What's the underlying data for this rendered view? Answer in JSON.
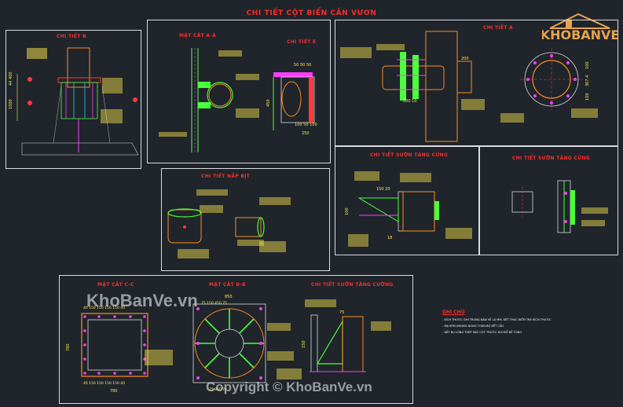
{
  "drawing": {
    "main_title": "CHI TIẾT CỘT BIỂN CẦN VƯƠN"
  },
  "panels": {
    "detail_b": {
      "title": "CHI TIẾT B"
    },
    "section_aa": {
      "title": "MẶT CẮT A-A"
    },
    "detail_e": {
      "title": "CHI TIẾT E"
    },
    "detail_a": {
      "title": "CHI TIẾT A"
    },
    "cap_detail": {
      "title": "CHI TIẾT NẮP BỊT"
    },
    "stiffener_1": {
      "title": "CHI TIẾT SƯỜN TĂNG CỨNG"
    },
    "stiffener_2": {
      "title": "CHI TIẾT SƯỜN TĂNG CỨNG"
    },
    "section_cc": {
      "title": "MẶT CẮT C-C"
    },
    "section_bb": {
      "title": "MẶT CẮT B-B"
    },
    "stiffener_3": {
      "title": "CHI TIẾT SƯỜN TĂNG CƯỜNG"
    }
  },
  "dimensions": {
    "b_left_1": "1000",
    "b_left_2": "44 400",
    "e_top": "50 50 50",
    "e_side": "450",
    "e_bottom_1": "100 50 100",
    "e_bottom_2": "250",
    "a_top": "200",
    "a_bottom_1": "200  10",
    "a_right_1": "100",
    "a_right_2": "367.4",
    "a_right_3": "100",
    "s1_top": "150  20",
    "s1_left": "100",
    "s1_bottom": "18",
    "cc_top": "40  150  150  150  150  40",
    "cc_bottom_1": "40 150  150  150  150  40",
    "cc_bottom_2": "780",
    "cc_left": "780",
    "bb_top_1": "850",
    "bb_top_2": "75  150  450  75",
    "bb_bottom": "75  850  75",
    "st3_top": "75",
    "st3_side": "150"
  },
  "logo": {
    "text": "KHOBANVE"
  },
  "watermarks": {
    "center": "KhoBanVe.vn",
    "footer": "Copyright © KhoBanVe.vn"
  },
  "notes": {
    "title": "GHI CHÚ",
    "items": [
      "- KÍCH THƯỚC GHI TRONG BẢN VẼ LÀ MM, KẾT THÚC KIỂM TRA KÍCH THƯỚC",
      "- MẠ KẼM NHÚNG NÓNG TOÀN BỘ KẾT CẤU",
      "- BẮT BU LÔNG THÉP VÀO CỘT TRƯỚC KHI ĐỔ BÊ TÔNG"
    ]
  },
  "colors": {
    "background": "#1f252b",
    "title_red": "#ff2b2b",
    "frame": "#d9dde2",
    "column_outline": "#ff8a1f",
    "steel_green": "#4cff3c",
    "bolt_magenta": "#ff3cff",
    "dimension_yellow": "#ffe94d",
    "leader_cyan": "#27c8ff",
    "plate_red": "#ff3a3a"
  }
}
